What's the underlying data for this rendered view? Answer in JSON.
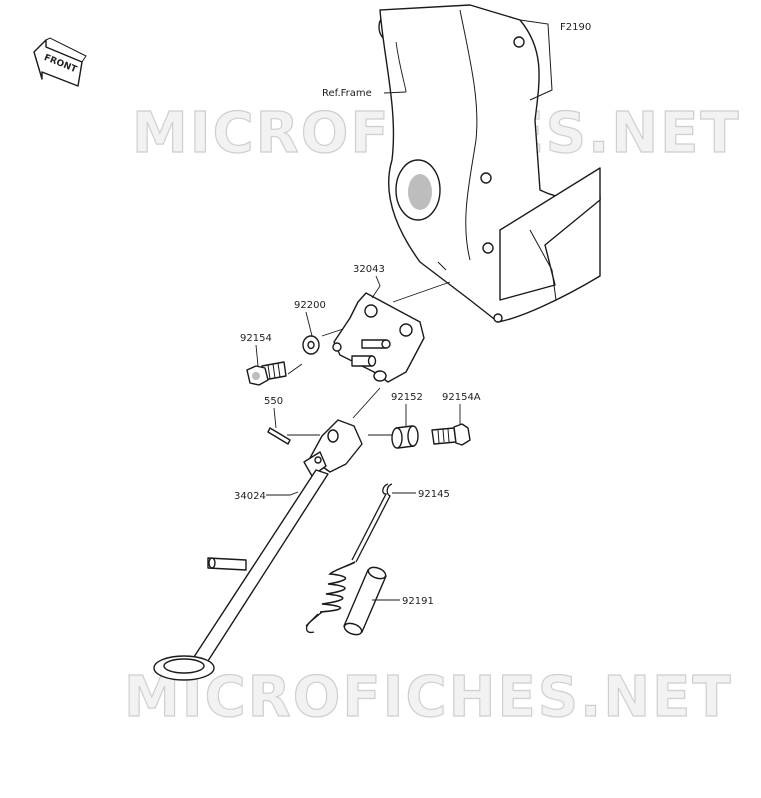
{
  "diagram_code": "F2190",
  "orientation_badge": {
    "text": "FRONT",
    "icon": "front-arrow-icon"
  },
  "watermark": {
    "text": "MICROFICHES.NET"
  },
  "reference_label": "Ref.Frame",
  "parts": [
    {
      "number": "32043",
      "component": "bracket"
    },
    {
      "number": "92200",
      "component": "washer"
    },
    {
      "number": "92154",
      "component": "bolt"
    },
    {
      "number": "550",
      "component": "cotter-pin"
    },
    {
      "number": "92152",
      "component": "collar"
    },
    {
      "number": "92154A",
      "component": "bolt"
    },
    {
      "number": "34024",
      "component": "side-stand"
    },
    {
      "number": "92145",
      "component": "spring"
    },
    {
      "number": "92191",
      "component": "tube"
    }
  ],
  "colors": {
    "line": "#1a1a1a",
    "shade": "#bdbdbd",
    "watermark": "#cfcfcf"
  }
}
